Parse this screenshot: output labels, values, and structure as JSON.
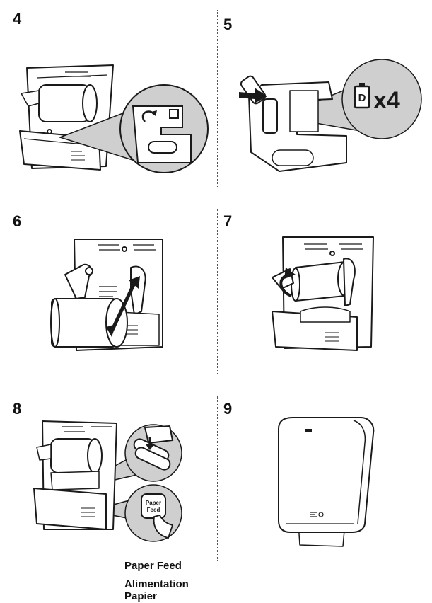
{
  "steps": [
    {
      "number": "4"
    },
    {
      "number": "5",
      "battery_letter": "D",
      "battery_count": "x4"
    },
    {
      "number": "6"
    },
    {
      "number": "7"
    },
    {
      "number": "8",
      "button_label_1": "Paper",
      "button_label_2": "Feed"
    },
    {
      "number": "9"
    }
  ],
  "captions": {
    "paper_feed_en": "Paper Feed",
    "paper_feed_fr_1": "Alimentation",
    "paper_feed_fr_2": "Papier"
  },
  "colors": {
    "line": "#1a1a1a",
    "callout_fill": "#cfcfcf",
    "separator": "#555555"
  }
}
